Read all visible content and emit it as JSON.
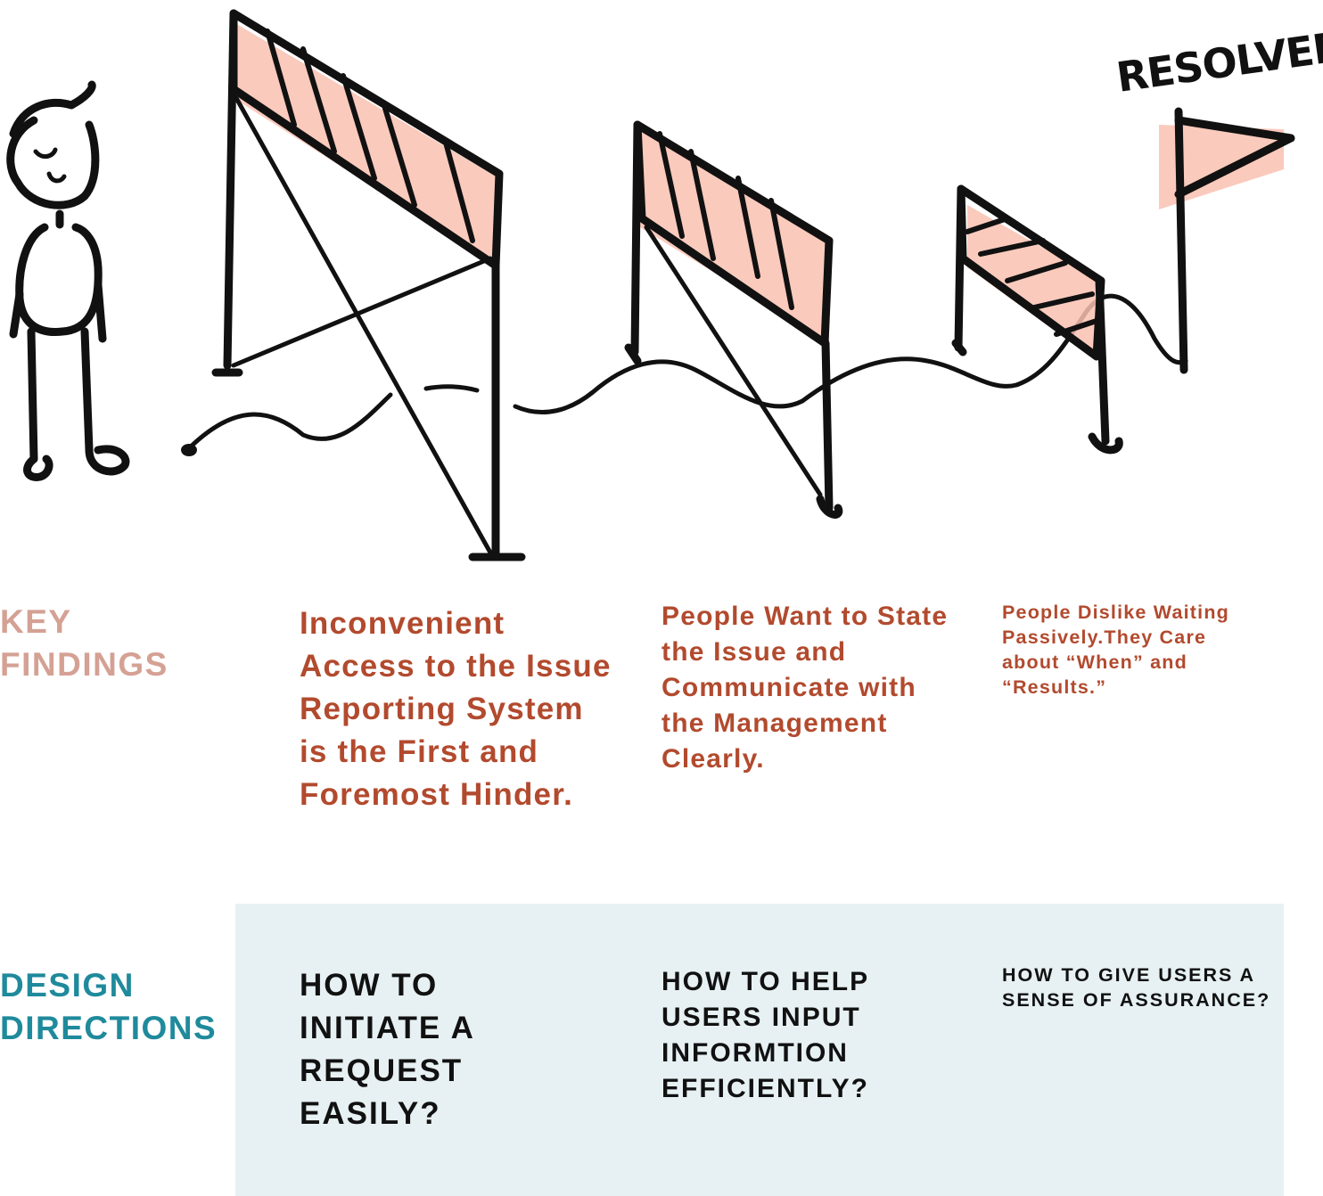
{
  "resolved_label": "RESOLVED",
  "colors": {
    "key_findings_label": "#d4a194",
    "finding_text": "#b24a2e",
    "design_directions_label": "#1f8a9c",
    "direction_text": "#111111",
    "directions_panel_bg": "#e7f1f3",
    "barrier_stripe_fill": "#f9c1b2"
  },
  "key_findings": {
    "label": "KEY\nFINDINGS",
    "items": [
      {
        "text": "Inconvenient Access to the Issue Reporting System is the First and Foremost Hinder."
      },
      {
        "text": "People Want to State the Issue and Communicate with the Management Clearly."
      },
      {
        "text": "People Dislike Waiting Passively.They Care about “When” and “Results.”"
      }
    ]
  },
  "design_directions": {
    "label": "DESIGN\nDIRECTIONS",
    "items": [
      {
        "text": "HOW TO INITIATE A REQUEST EASILY?"
      },
      {
        "text": "HOW TO HELP USERS INPUT INFORMTION EFFICIENTLY?"
      },
      {
        "text": "HOW TO GIVE USERS A SENSE OF ASSURANCE?"
      }
    ]
  }
}
